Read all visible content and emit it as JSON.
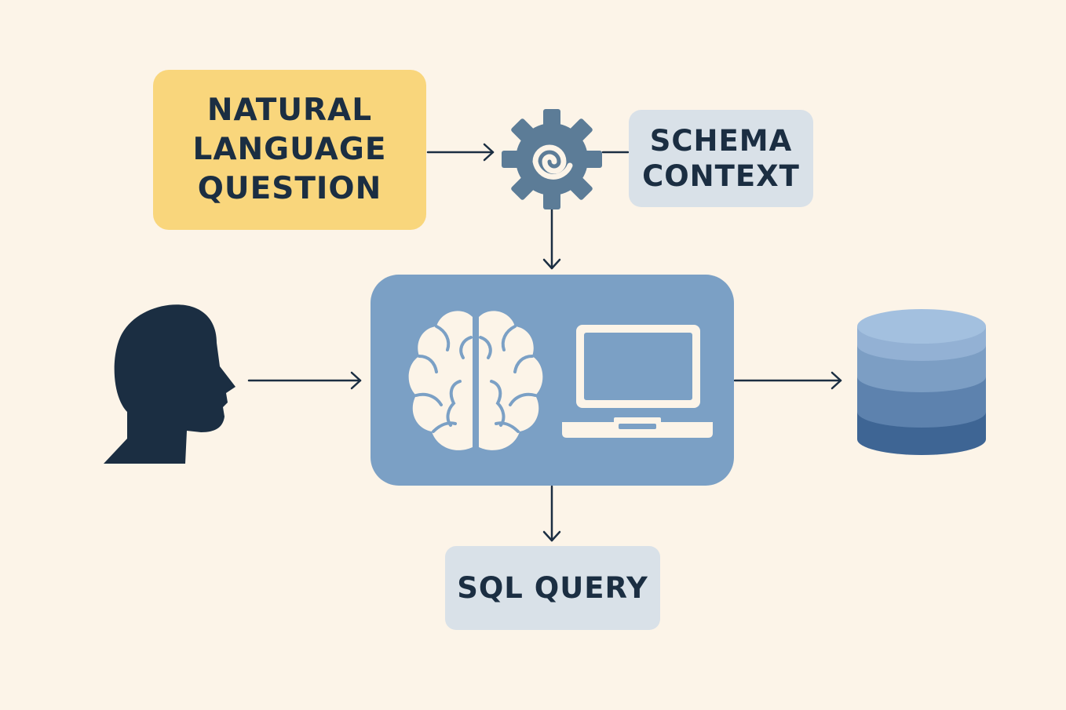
{
  "nodes": {
    "question": {
      "label": "NATURAL\nLANGUAGE\nQUESTION"
    },
    "schema": {
      "label": "SCHEMA\nCONTEXT"
    },
    "sql": {
      "label": "SQL QUERY"
    }
  },
  "icons": {
    "user": "person-silhouette-icon",
    "processor": "gear-icon",
    "brain": "brain-icon",
    "laptop": "laptop-icon",
    "database": "database-icon"
  },
  "colors": {
    "background": "#fcf4e8",
    "question_box": "#f9d67c",
    "context_box": "#d9e1e8",
    "model_box": "#7ba0c5",
    "ink": "#1b2e42",
    "gear": "#5c7c97",
    "db_top": "#a3c0df",
    "db_mid1": "#7c9ec4",
    "db_mid2": "#5d82ae",
    "db_bottom": "#3e6594"
  }
}
